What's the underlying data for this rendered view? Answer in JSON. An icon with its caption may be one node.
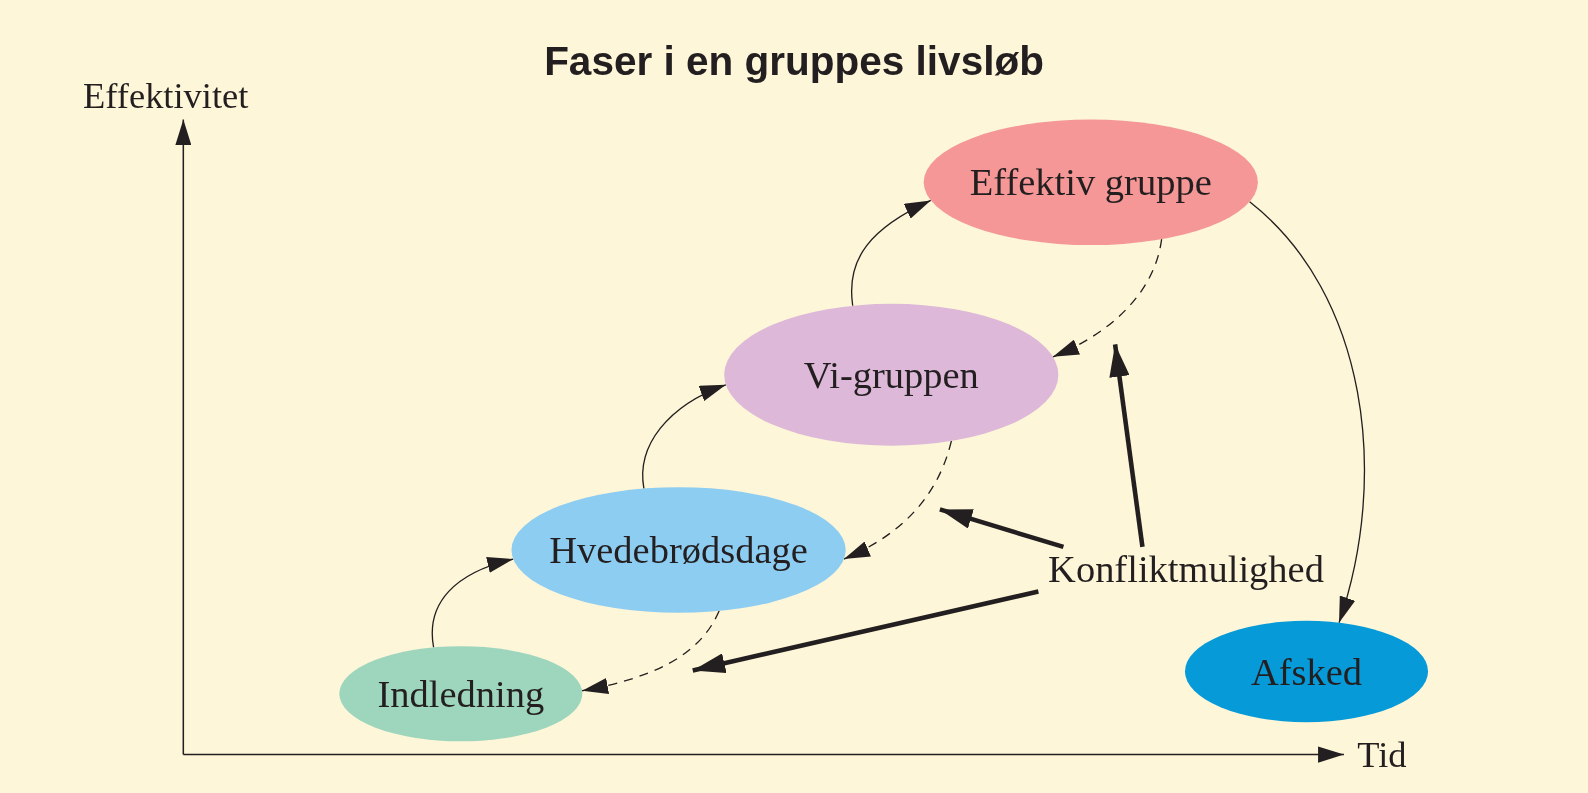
{
  "diagram": {
    "title": "Faser i en gruppes livsløb",
    "nodes": [
      {
        "text": [
          "Indledning"
        ]
      },
      {
        "text": [
          "Hvedebrødsdage"
        ]
      },
      {
        "text": [
          "Vi-gruppen"
        ]
      },
      {
        "text": [
          "Effektiv gruppe"
        ]
      },
      {
        "text": [
          "Afsked"
        ]
      },
      {
        "text": [
          "Konfliktmulighed"
        ]
      }
    ],
    "edges": [
      {
        "from": 0,
        "to": 1,
        "arrow": "to"
      },
      {
        "from": 1,
        "to": 2,
        "arrow": "to"
      },
      {
        "from": 2,
        "to": 3,
        "arrow": "to"
      },
      {
        "from": 3,
        "to": 4,
        "arrow": "to"
      },
      {
        "from": 3,
        "to": 2,
        "arrow": "to",
        "style": "dashed"
      },
      {
        "from": 2,
        "to": 1,
        "arrow": "to",
        "style": "dashed"
      },
      {
        "from": 1,
        "to": 0,
        "arrow": "to",
        "style": "dashed"
      },
      {
        "from": 5,
        "to": null,
        "arrow": "to",
        "style": "thick"
      },
      {
        "from": 5,
        "to": null,
        "arrow": "to",
        "style": "thick"
      },
      {
        "from": 5,
        "to": null,
        "arrow": "to",
        "style": "thick"
      }
    ],
    "labels": [
      "Effektivitet",
      "Tid"
    ]
  }
}
